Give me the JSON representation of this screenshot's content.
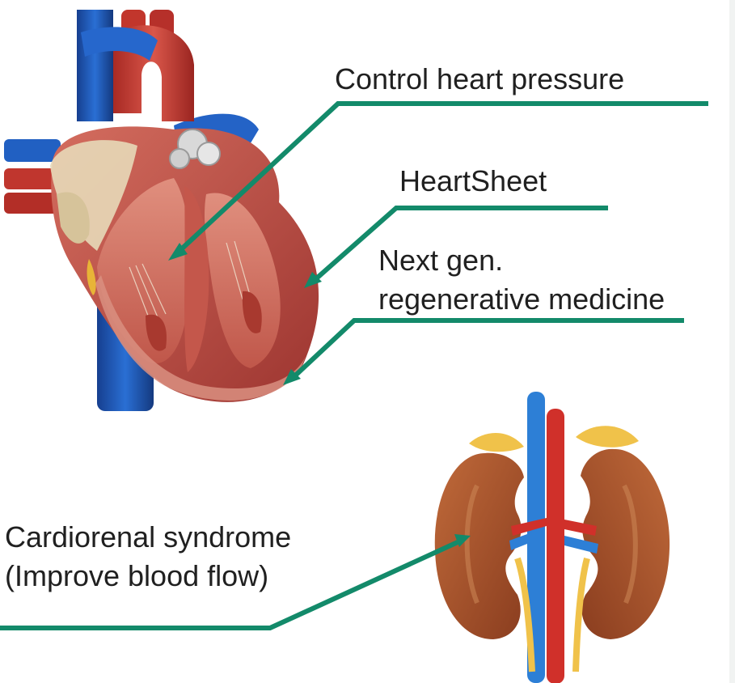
{
  "labels": {
    "control_pressure": "Control heart pressure",
    "heartsheet": "HeartSheet",
    "next_gen_line1": "Next gen.",
    "next_gen_line2": "regenerative medicine",
    "cardiorenal_line1": "Cardiorenal syndrome",
    "cardiorenal_line2": "(Improve blood flow)"
  },
  "colors": {
    "pointer_green": "#138a6a",
    "myocardium": "#b8463f",
    "artery_red": "#c8302a",
    "vein_blue": "#1f5fc0",
    "kidney_brown": "#a5512b",
    "fat_yellow": "#f0c24a"
  }
}
